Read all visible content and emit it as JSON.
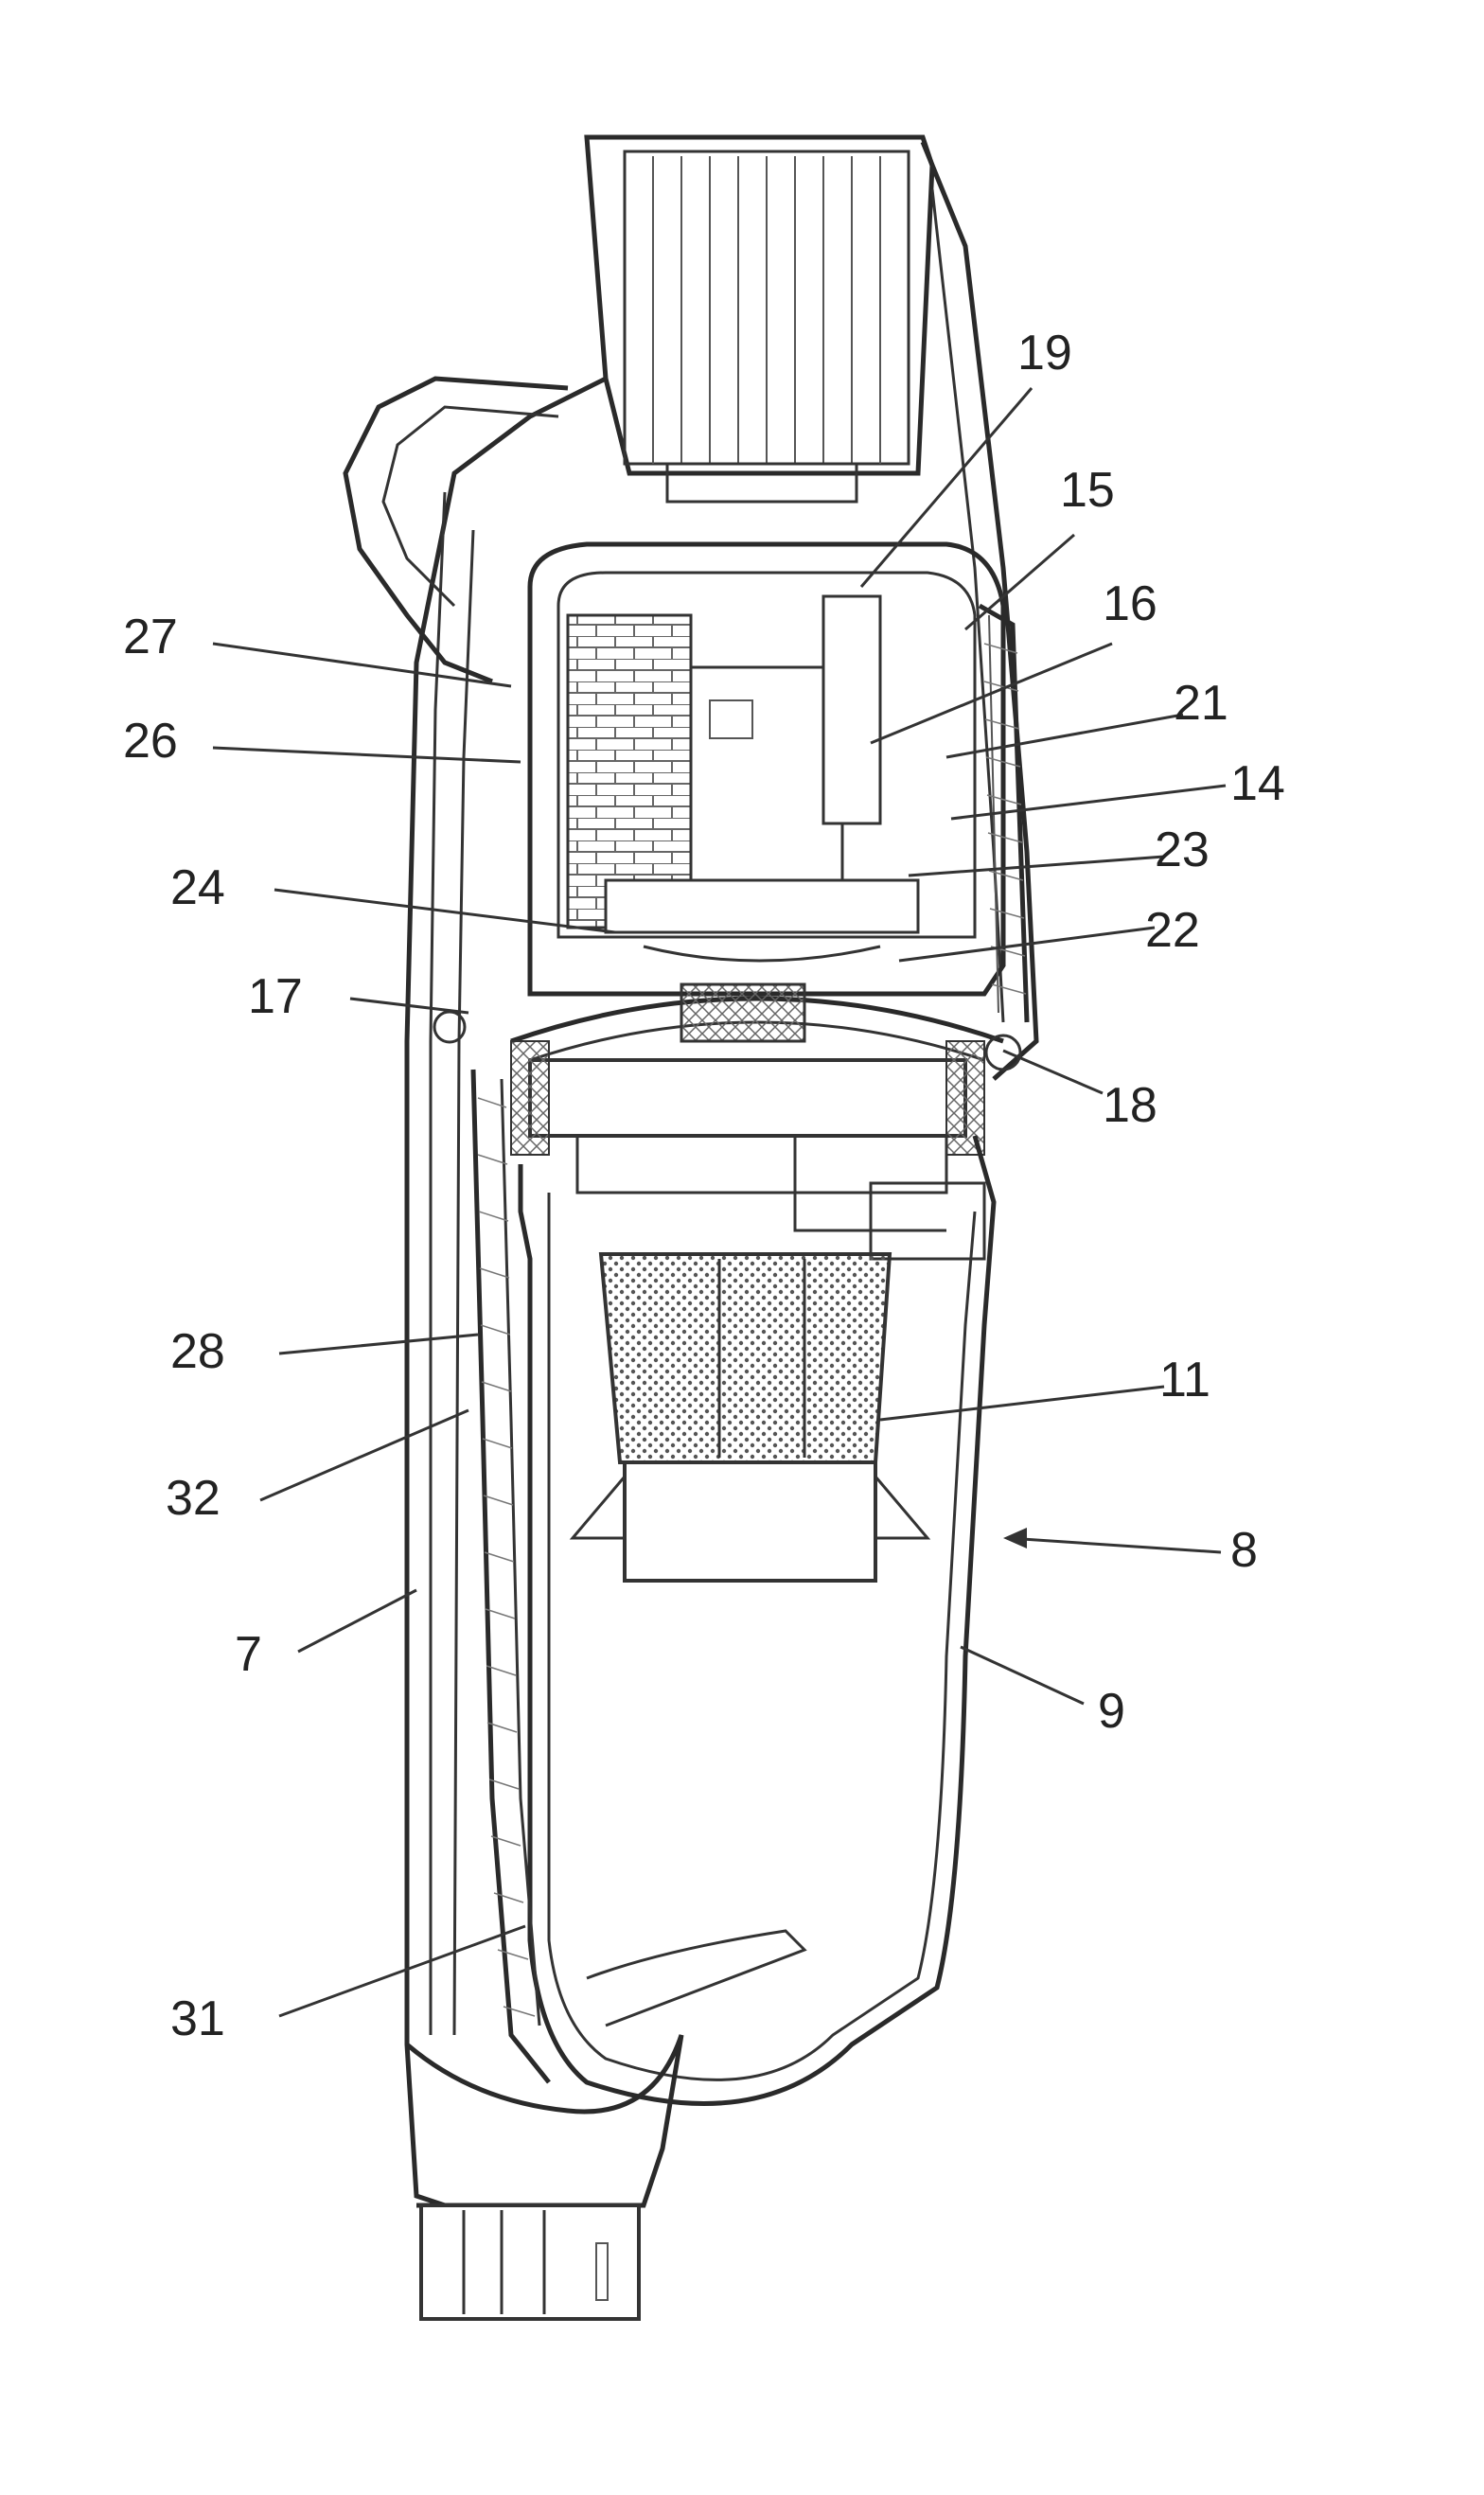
{
  "labels": {
    "l19": "19",
    "l15": "15",
    "l16": "16",
    "l27": "27",
    "l21": "21",
    "l26": "26",
    "l14": "14",
    "l23": "23",
    "l24": "24",
    "l22": "22",
    "l17": "17",
    "l18": "18",
    "l28": "28",
    "l11": "11",
    "l32": "32",
    "l8": "8",
    "l7": "7",
    "l9": "9",
    "l31": "31"
  }
}
